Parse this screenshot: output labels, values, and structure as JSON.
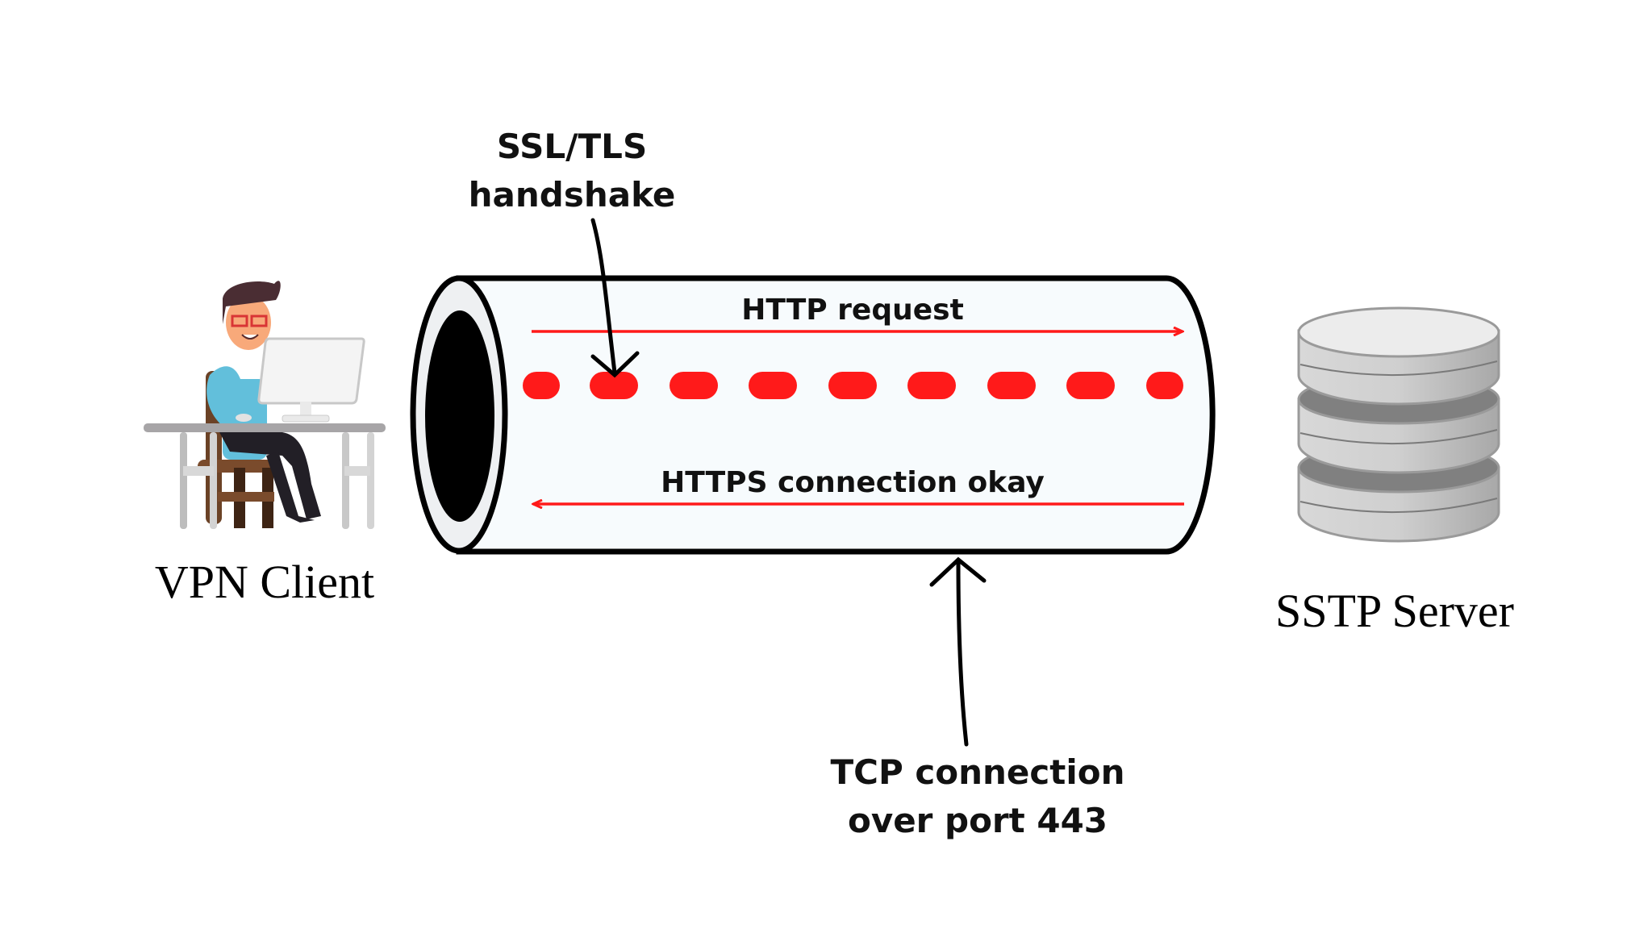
{
  "labels": {
    "ssl_line1": "SSL/TLS",
    "ssl_line2": "handshake",
    "http_request": "HTTP request",
    "https_ok": "HTTPS connection okay",
    "tcp_line1": "TCP connection",
    "tcp_line2": "over port 443",
    "client": "VPN Client",
    "server": "SSTP Server"
  },
  "colors": {
    "accent": "#ff1a1a",
    "tunnel_fill": "#f7fbfd",
    "outline": "#000000"
  },
  "icons": [
    "person-at-computer-icon",
    "database-server-icon"
  ]
}
